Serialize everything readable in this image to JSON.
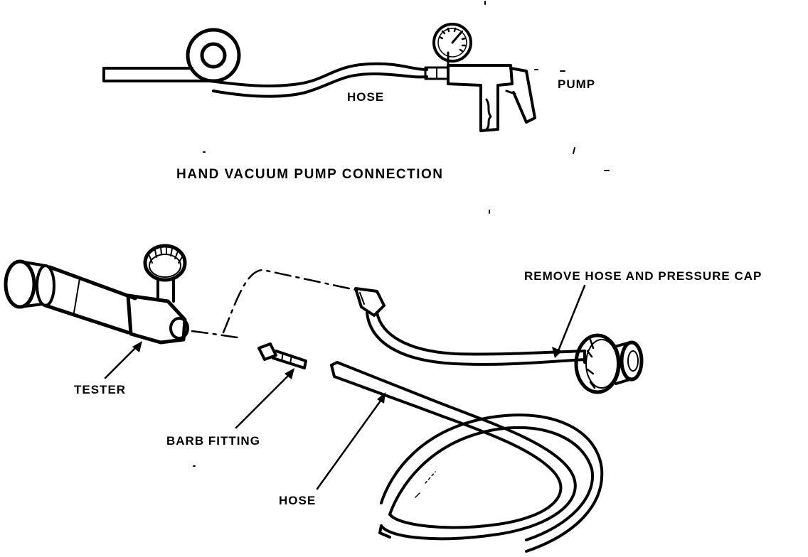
{
  "figure": {
    "caption_top": "HAND VACUUM PUMP CONNECTION",
    "labels": {
      "top_hose": "HOSE",
      "pump": "PUMP",
      "remove_cap": "REMOVE HOSE AND PRESSURE CAP",
      "tester": "TESTER",
      "barb_fitting": "BARB FITTING",
      "bottom_hose": "HOSE"
    }
  },
  "colors": {
    "ink": "#000000",
    "paper": "#ffffff"
  }
}
